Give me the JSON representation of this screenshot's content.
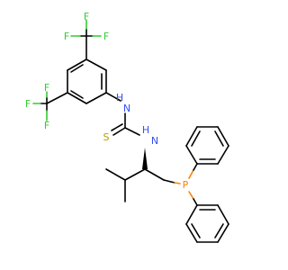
{
  "colors": {
    "carbon_bond": "#000000",
    "fluorine": "#33cc33",
    "nitrogen": "#3050f8",
    "sulfur": "#b3a100",
    "phosphorus": "#ff8000"
  },
  "atoms": {
    "f_top_1": "F",
    "f_top_2": "F",
    "f_top_3": "F",
    "f_left_1": "F",
    "f_left_2": "F",
    "f_left_3": "F",
    "nh_upper": "H",
    "n_upper": "N",
    "sulfur": "S",
    "nh_lower": "H",
    "n_lower": "N",
    "phosphorus": "P"
  }
}
